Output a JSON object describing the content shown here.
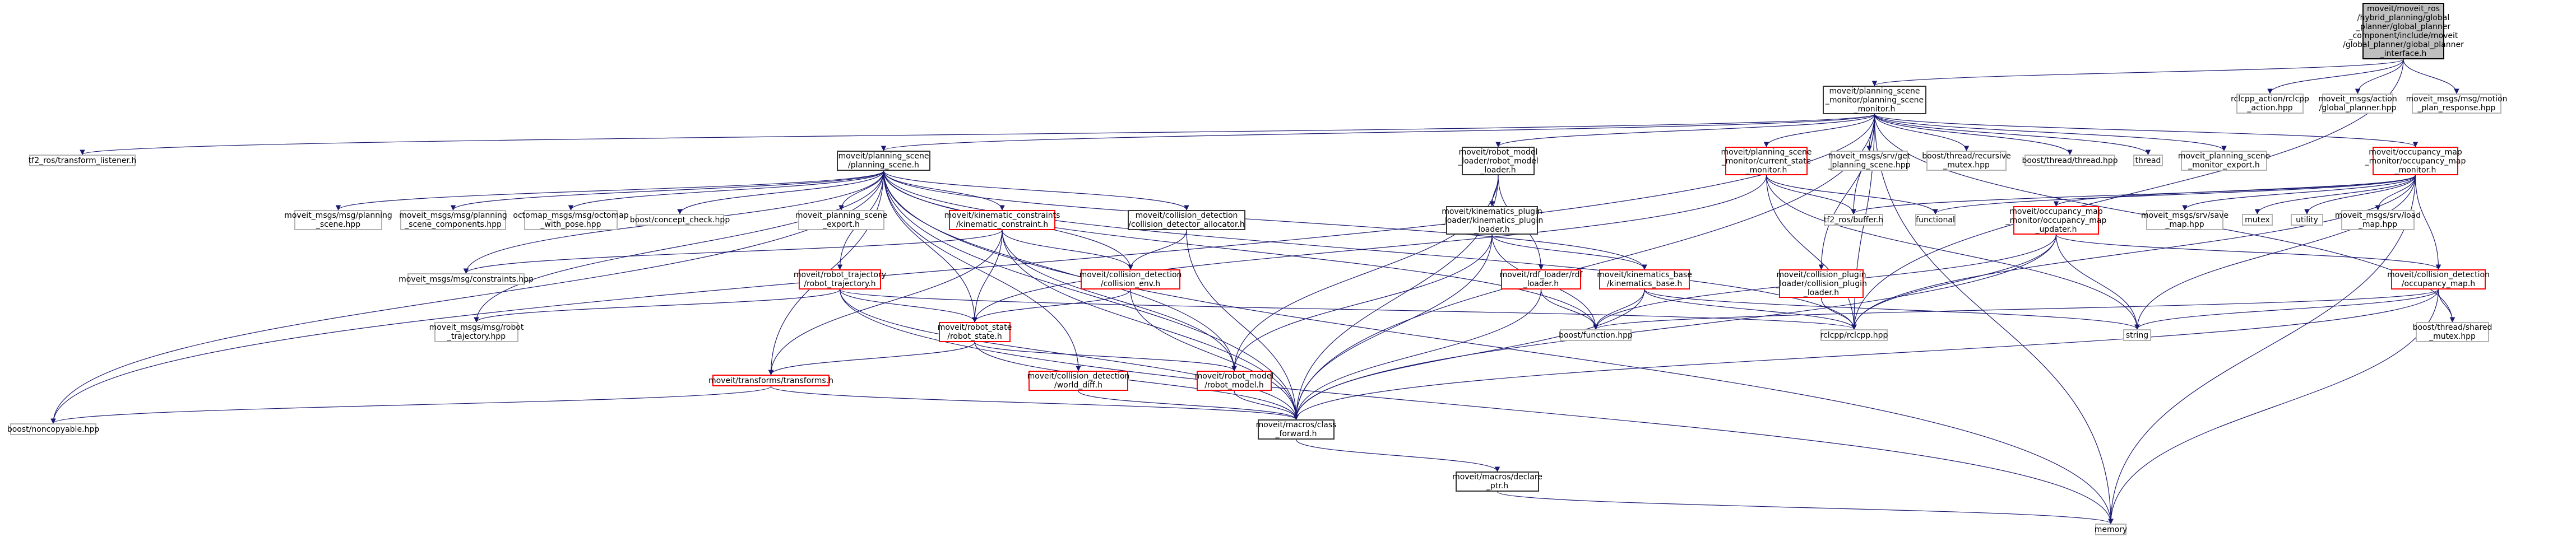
{
  "diagram": {
    "style": {
      "edge_color": "#191970",
      "grey_edge_color": "#b3b3b3",
      "node_fill": "#ffffff",
      "focus_fill": "#bfbfbf",
      "border_doc": "#333333",
      "border_missing": "#b3b3b3",
      "border_incomplete": "#ff0000"
    },
    "nodes": [
      {
        "id": "root",
        "kind": "focus",
        "label": "moveit/moveit_ros\n/hybrid_planning/global\n_planner/global_planner\n_component/include/moveit\n/global_planner/global_planner\n_interface.h"
      },
      {
        "id": "psm",
        "kind": "doc",
        "label": "moveit/planning_scene\n_monitor/planning_scene\n_monitor.h"
      },
      {
        "id": "rclcpp_action",
        "kind": "lib",
        "label": "rclcpp_action/rclcpp\n_action.hpp"
      },
      {
        "id": "action_gp",
        "kind": "lib",
        "label": "moveit_msgs/action\n/global_planner.hpp"
      },
      {
        "id": "motion_resp",
        "kind": "lib",
        "label": "moveit_msgs/msg/motion\n_plan_response.hpp"
      },
      {
        "id": "tf2_listener",
        "kind": "lib",
        "label": "tf2_ros/transform_listener.h"
      },
      {
        "id": "ps",
        "kind": "doc",
        "label": "moveit/planning_scene\n/planning_scene.h"
      },
      {
        "id": "rml",
        "kind": "doc",
        "label": "moveit/robot_model\n_loader/robot_model\n_loader.h"
      },
      {
        "id": "csm",
        "kind": "red",
        "label": "moveit/planning_scene\n_monitor/current_state\n_monitor.h"
      },
      {
        "id": "srv_gps",
        "kind": "lib",
        "label": "moveit_msgs/srv/get\n_planning_scene.hpp"
      },
      {
        "id": "recmutex",
        "kind": "lib",
        "label": "boost/thread/recursive\n_mutex.hpp"
      },
      {
        "id": "bthread",
        "kind": "lib",
        "label": "boost/thread/thread.hpp"
      },
      {
        "id": "thread",
        "kind": "lib",
        "label": "thread"
      },
      {
        "id": "psm_export",
        "kind": "lib",
        "label": "moveit_planning_scene\n_monitor_export.h"
      },
      {
        "id": "omm",
        "kind": "red",
        "label": "moveit/occupancy_map\n_monitor/occupancy_map\n_monitor.h"
      },
      {
        "id": "ps_msg",
        "kind": "lib",
        "label": "moveit_msgs/msg/planning\n_scene.hpp"
      },
      {
        "id": "ps_comp",
        "kind": "lib",
        "label": "moveit_msgs/msg/planning\n_scene_components.hpp"
      },
      {
        "id": "octomap",
        "kind": "lib",
        "label": "octomap_msgs/msg/octomap\n_with_pose.hpp"
      },
      {
        "id": "concept",
        "kind": "lib",
        "label": "boost/concept_check.hpp"
      },
      {
        "id": "ps_export",
        "kind": "lib",
        "label": "moveit_planning_scene\n_export.h"
      },
      {
        "id": "kin_constr",
        "kind": "red",
        "label": "moveit/kinematic_constraints\n/kinematic_constraint.h"
      },
      {
        "id": "cd_alloc",
        "kind": "doc",
        "label": "moveit/collision_detection\n/collision_detector_allocator.h"
      },
      {
        "id": "kpl",
        "kind": "doc",
        "label": "moveit/kinematics_plugin\n_loader/kinematics_plugin\n_loader.h"
      },
      {
        "id": "tf2_buffer",
        "kind": "lib",
        "label": "tf2_ros/buffer.h"
      },
      {
        "id": "functional",
        "kind": "lib",
        "label": "functional"
      },
      {
        "id": "ommu",
        "kind": "red",
        "label": "moveit/occupancy_map\n_monitor/occupancy_map\n_updater.h"
      },
      {
        "id": "srv_save",
        "kind": "lib",
        "label": "moveit_msgs/srv/save\n_map.hpp"
      },
      {
        "id": "mutex",
        "kind": "lib",
        "label": "mutex"
      },
      {
        "id": "utility",
        "kind": "lib",
        "label": "utility"
      },
      {
        "id": "srv_load",
        "kind": "lib",
        "label": "moveit_msgs/srv/load\n_map.hpp"
      },
      {
        "id": "constraints",
        "kind": "lib",
        "label": "moveit_msgs/msg/constraints.hpp"
      },
      {
        "id": "rt",
        "kind": "red",
        "label": "moveit/robot_trajectory\n/robot_trajectory.h"
      },
      {
        "id": "cenv",
        "kind": "red",
        "label": "moveit/collision_detection\n/collision_env.h"
      },
      {
        "id": "rdf",
        "kind": "red",
        "label": "moveit/rdf_loader/rdf\n_loader.h"
      },
      {
        "id": "kb",
        "kind": "red",
        "label": "moveit/kinematics_base\n/kinematics_base.h"
      },
      {
        "id": "cpl",
        "kind": "red",
        "label": "moveit/collision_plugin\n_loader/collision_plugin\n_loader.h"
      },
      {
        "id": "com",
        "kind": "red",
        "label": "moveit/collision_detection\n/occupancy_map.h"
      },
      {
        "id": "rt_msg",
        "kind": "lib",
        "label": "moveit_msgs/msg/robot\n_trajectory.hpp"
      },
      {
        "id": "rs",
        "kind": "red",
        "label": "moveit/robot_state\n/robot_state.h"
      },
      {
        "id": "bfunc",
        "kind": "lib",
        "label": "boost/function.hpp"
      },
      {
        "id": "rclcpp",
        "kind": "lib",
        "label": "rclcpp/rclcpp.hpp"
      },
      {
        "id": "string",
        "kind": "lib",
        "label": "string"
      },
      {
        "id": "shared_mutex",
        "kind": "lib",
        "label": "boost/thread/shared\n_mutex.hpp"
      },
      {
        "id": "tf",
        "kind": "red",
        "label": "moveit/transforms/transforms.h"
      },
      {
        "id": "world_diff",
        "kind": "red",
        "label": "moveit/collision_detection\n/world_diff.h"
      },
      {
        "id": "rm",
        "kind": "red",
        "label": "moveit/robot_model\n/robot_model.h"
      },
      {
        "id": "noncopy",
        "kind": "lib",
        "label": "boost/noncopyable.hpp"
      },
      {
        "id": "classfwd",
        "kind": "doc",
        "label": "moveit/macros/class\n_forward.h"
      },
      {
        "id": "declptr",
        "kind": "doc",
        "label": "moveit/macros/declare\n_ptr.h"
      },
      {
        "id": "memory",
        "kind": "lib",
        "label": "memory"
      }
    ],
    "edges": [
      [
        "root",
        "psm"
      ],
      [
        "root",
        "rclcpp_action"
      ],
      [
        "root",
        "action_gp"
      ],
      [
        "root",
        "motion_resp"
      ],
      [
        "root",
        "rclcpp"
      ],
      [
        "psm",
        "tf2_listener"
      ],
      [
        "psm",
        "ps"
      ],
      [
        "psm",
        "rml"
      ],
      [
        "psm",
        "csm"
      ],
      [
        "psm",
        "srv_gps"
      ],
      [
        "psm",
        "recmutex"
      ],
      [
        "psm",
        "bthread"
      ],
      [
        "psm",
        "thread"
      ],
      [
        "psm",
        "psm_export"
      ],
      [
        "psm",
        "omm"
      ],
      [
        "psm",
        "tf2_buffer"
      ],
      [
        "psm",
        "rclcpp"
      ],
      [
        "psm",
        "noncopy"
      ],
      [
        "psm",
        "classfwd"
      ],
      [
        "psm",
        "memory"
      ],
      [
        "psm",
        "shared_mutex"
      ],
      [
        "psm",
        "cpl"
      ],
      [
        "ps",
        "ps_msg"
      ],
      [
        "ps",
        "ps_comp"
      ],
      [
        "ps",
        "octomap"
      ],
      [
        "ps",
        "concept"
      ],
      [
        "ps",
        "ps_export"
      ],
      [
        "ps",
        "kin_constr"
      ],
      [
        "ps",
        "cd_alloc"
      ],
      [
        "ps",
        "constraints"
      ],
      [
        "ps",
        "rt"
      ],
      [
        "ps",
        "rt_msg"
      ],
      [
        "ps",
        "rs"
      ],
      [
        "ps",
        "cenv"
      ],
      [
        "ps",
        "world_diff"
      ],
      [
        "ps",
        "rm"
      ],
      [
        "ps",
        "tf"
      ],
      [
        "ps",
        "noncopy"
      ],
      [
        "ps",
        "classfwd"
      ],
      [
        "ps",
        "memory"
      ],
      [
        "ps",
        "bfunc"
      ],
      [
        "ps",
        "kb"
      ],
      [
        "ps",
        "rclcpp"
      ],
      [
        "rml",
        "kpl"
      ],
      [
        "rml",
        "rdf"
      ],
      [
        "rml",
        "rm"
      ],
      [
        "rml",
        "classfwd"
      ],
      [
        "csm",
        "rs"
      ],
      [
        "csm",
        "tf2_buffer"
      ],
      [
        "csm",
        "functional"
      ],
      [
        "csm",
        "rclcpp"
      ],
      [
        "csm",
        "string"
      ],
      [
        "omm",
        "functional"
      ],
      [
        "omm",
        "ommu"
      ],
      [
        "omm",
        "srv_save"
      ],
      [
        "omm",
        "mutex"
      ],
      [
        "omm",
        "utility"
      ],
      [
        "omm",
        "srv_load"
      ],
      [
        "omm",
        "com"
      ],
      [
        "omm",
        "tf2_buffer"
      ],
      [
        "omm",
        "rclcpp"
      ],
      [
        "omm",
        "string"
      ],
      [
        "omm",
        "memory"
      ],
      [
        "kin_constr",
        "constraints"
      ],
      [
        "kin_constr",
        "rs"
      ],
      [
        "kin_constr",
        "cenv"
      ],
      [
        "kin_constr",
        "rm"
      ],
      [
        "kin_constr",
        "tf"
      ],
      [
        "kin_constr",
        "classfwd"
      ],
      [
        "cd_alloc",
        "cenv"
      ],
      [
        "cd_alloc",
        "classfwd"
      ],
      [
        "kpl",
        "kb"
      ],
      [
        "kpl",
        "rm"
      ],
      [
        "kpl",
        "bfunc"
      ],
      [
        "kpl",
        "classfwd"
      ],
      [
        "ommu",
        "com"
      ],
      [
        "ommu",
        "rclcpp"
      ],
      [
        "ommu",
        "string"
      ],
      [
        "ommu",
        "bfunc"
      ],
      [
        "ommu",
        "classfwd"
      ],
      [
        "rt",
        "rt_msg"
      ],
      [
        "rt",
        "rs"
      ],
      [
        "rt",
        "rclcpp"
      ],
      [
        "rt",
        "classfwd"
      ],
      [
        "rt",
        "memory"
      ],
      [
        "cenv",
        "rs"
      ],
      [
        "cenv",
        "classfwd"
      ],
      [
        "rdf",
        "bfunc"
      ],
      [
        "rdf",
        "classfwd"
      ],
      [
        "kb",
        "bfunc"
      ],
      [
        "kb",
        "rclcpp"
      ],
      [
        "kb",
        "string"
      ],
      [
        "kb",
        "classfwd"
      ],
      [
        "cpl",
        "rclcpp"
      ],
      [
        "com",
        "shared_mutex"
      ],
      [
        "com",
        "string"
      ],
      [
        "com",
        "bfunc"
      ],
      [
        "com",
        "memory"
      ],
      [
        "com",
        "classfwd"
      ],
      [
        "rs",
        "rm"
      ],
      [
        "rs",
        "tf"
      ],
      [
        "rs",
        "classfwd"
      ],
      [
        "tf",
        "noncopy"
      ],
      [
        "tf",
        "classfwd"
      ],
      [
        "world_diff",
        "classfwd"
      ],
      [
        "rm",
        "classfwd"
      ],
      [
        "classfwd",
        "declptr"
      ],
      [
        "declptr",
        "memory"
      ]
    ]
  }
}
